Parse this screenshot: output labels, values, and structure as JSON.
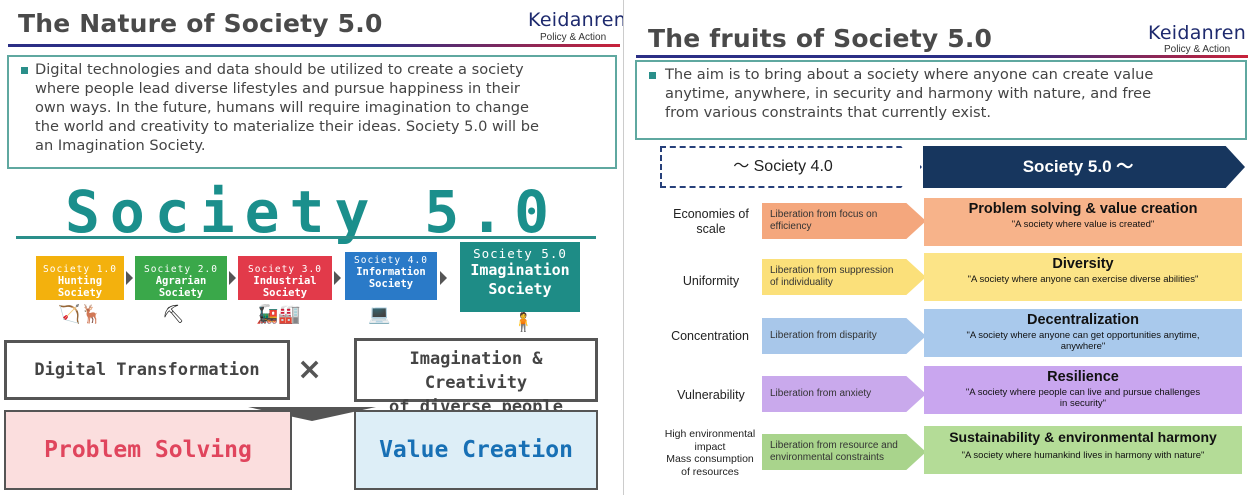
{
  "left_slide": {
    "title": "The Nature of Society 5.0",
    "logo": {
      "name": "Keidanren",
      "sub": "Policy & Action"
    },
    "intro": [
      "Digital technologies and data should be utilized to create a society",
      "where people lead diverse lifestyles and pursue happiness in their",
      "own ways. In the future, humans will require imagination to change",
      "the world and creativity to materialize their ideas. Society 5.0 will be",
      "an Imagination Society."
    ],
    "big_title": "Society 5.0",
    "eras": [
      {
        "num": "Society 1.0",
        "name": "Hunting Society",
        "color": "#f3b10d"
      },
      {
        "num": "Society 2.0",
        "name": "Agrarian Society",
        "color": "#3aa84a"
      },
      {
        "num": "Society 3.0",
        "name": "Industrial Society",
        "color": "#e23a4a"
      },
      {
        "num": "Society 4.0",
        "name_line1": "Information",
        "name_line2": "Society",
        "color": "#2a7ac8"
      },
      {
        "num": "Society 5.0",
        "name_line1": "Imagination",
        "name_line2": "Society",
        "color": "#1e8c86"
      }
    ],
    "digital_transformation": "Digital Transformation",
    "times_symbol": "×",
    "imagination_line1": "Imagination & Creativity",
    "imagination_line2": "of diverse people",
    "problem_solving": "Problem Solving",
    "value_creation": "Value Creation"
  },
  "right_slide": {
    "title": "The fruits of Society 5.0",
    "logo": {
      "name": "Keidanren",
      "sub": "Policy & Action"
    },
    "intro": [
      "The aim is to bring about a society where anyone can create value",
      "anytime, anywhere, in security and harmony with nature, and free",
      "from various constraints that currently exist."
    ],
    "society4_label": "～ Society 4.0",
    "society5_label": "Society 5.0 ～",
    "rows": [
      {
        "label_lines": [
          "Economies of",
          "scale"
        ],
        "liberation_lines": [
          "Liberation from focus on",
          "efficiency"
        ],
        "lib_color": "#f4a77d",
        "result_title": "Problem solving & value creation",
        "result_sub_lines": [
          "\"A society where value is created\""
        ],
        "res_color": "#f7b38a"
      },
      {
        "label_lines": [
          "Uniformity"
        ],
        "liberation_lines": [
          "Liberation from suppression",
          "of individuality"
        ],
        "lib_color": "#fbe07a",
        "result_title": "Diversity",
        "result_sub_lines": [
          "\"A society where anyone can exercise diverse abilities\""
        ],
        "res_color": "#fce487"
      },
      {
        "label_lines": [
          "Concentration"
        ],
        "liberation_lines": [
          "Liberation from disparity"
        ],
        "lib_color": "#a8c7ea",
        "result_title": "Decentralization",
        "result_sub_lines": [
          "\"A society where anyone can get opportunities anytime,",
          "anywhere\""
        ],
        "res_color": "#a9c9ec"
      },
      {
        "label_lines": [
          "Vulnerability"
        ],
        "liberation_lines": [
          "Liberation from anxiety"
        ],
        "lib_color": "#c9a9ec",
        "result_title": "Resilience",
        "result_sub_lines": [
          "\"A society where people can live and pursue challenges",
          "in security\""
        ],
        "res_color": "#c9a6ef"
      },
      {
        "label_lines": [
          "High environmental",
          "impact",
          "Mass consumption",
          "of resources"
        ],
        "liberation_lines": [
          "Liberation from resource and",
          "environmental constraints"
        ],
        "lib_color": "#a9d48c",
        "result_title": "Sustainability & environmental harmony",
        "result_sub_lines": [
          "\"A society where humankind lives in harmony with nature\""
        ],
        "res_color": "#b4dc97"
      }
    ]
  }
}
